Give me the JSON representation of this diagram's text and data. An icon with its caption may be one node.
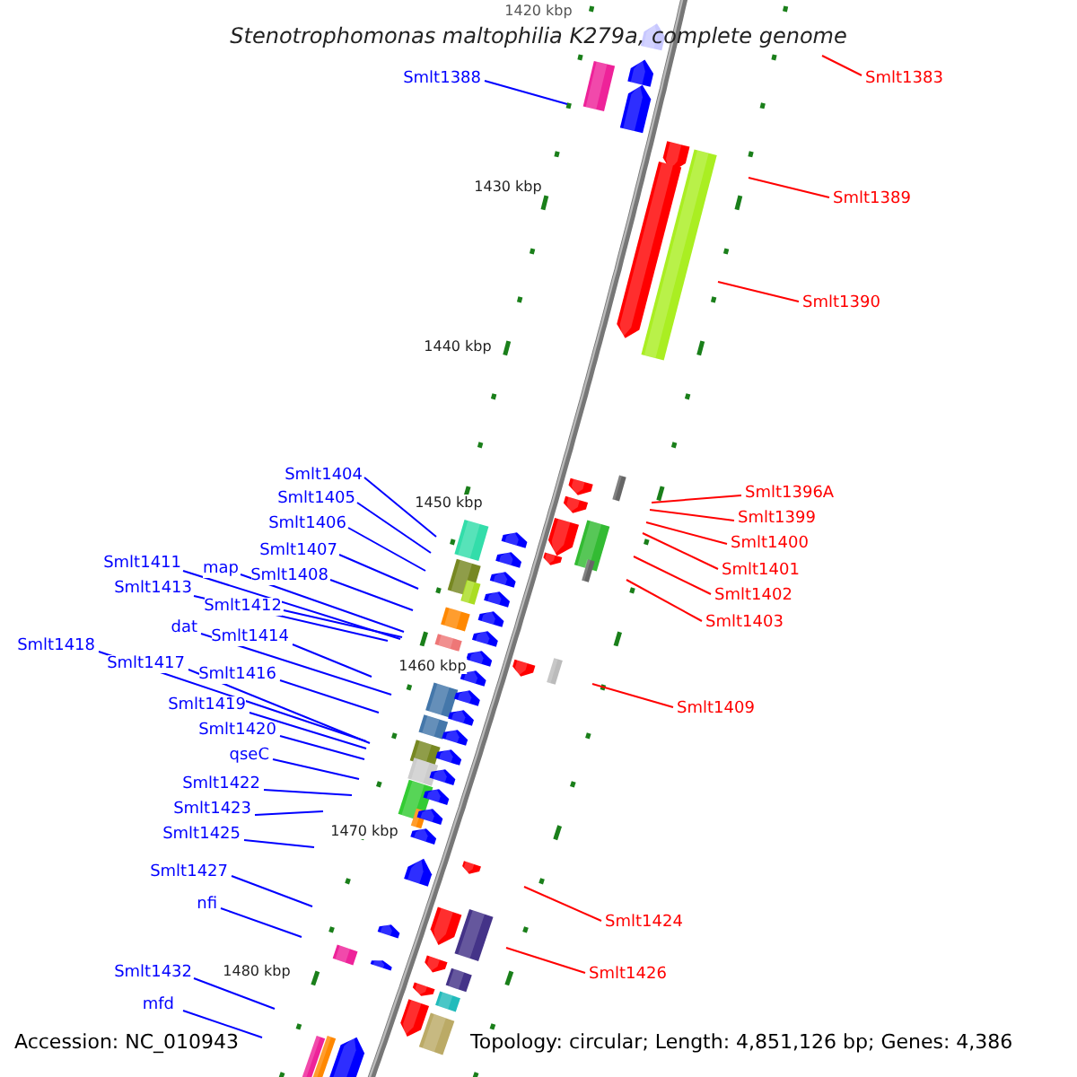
{
  "diagram": {
    "title": "Stenotrophomonas maltophilia K279a, complete genome",
    "nodes": [
      {
        "text": [
          "Smlt1383"
        ]
      },
      {
        "text": [
          "Smlt1388"
        ]
      },
      {
        "text": [
          "Smlt1389"
        ]
      },
      {
        "text": [
          "Smlt1390"
        ]
      },
      {
        "text": [
          "Smlt1404"
        ]
      },
      {
        "text": [
          "Smlt1396A"
        ]
      },
      {
        "text": [
          "Smlt1405"
        ]
      },
      {
        "text": [
          "Smlt1399"
        ]
      },
      {
        "text": [
          "Smlt1406"
        ]
      },
      {
        "text": [
          "Smlt1400"
        ]
      },
      {
        "text": [
          "Smlt1407"
        ]
      },
      {
        "text": [
          "Smlt1411"
        ]
      },
      {
        "text": [
          "map"
        ]
      },
      {
        "text": [
          "Smlt1401"
        ]
      },
      {
        "text": [
          "Smlt1408"
        ]
      },
      {
        "text": [
          "Smlt1413"
        ]
      },
      {
        "text": [
          "Smlt1402"
        ]
      },
      {
        "text": [
          "Smlt1412"
        ]
      },
      {
        "text": [
          "Smlt1403"
        ]
      },
      {
        "text": [
          "dat"
        ]
      },
      {
        "text": [
          "Smlt1414"
        ]
      },
      {
        "text": [
          "Smlt1418"
        ]
      },
      {
        "text": [
          "Smlt1417"
        ]
      },
      {
        "text": [
          "Smlt1416"
        ]
      },
      {
        "text": [
          "Smlt1419"
        ]
      },
      {
        "text": [
          "Smlt1409"
        ]
      },
      {
        "text": [
          "Smlt1420"
        ]
      },
      {
        "text": [
          "qseC"
        ]
      },
      {
        "text": [
          "Smlt1422"
        ]
      },
      {
        "text": [
          "Smlt1423"
        ]
      },
      {
        "text": [
          "Smlt1425"
        ]
      },
      {
        "text": [
          "Smlt1427"
        ]
      },
      {
        "text": [
          "nfi"
        ]
      },
      {
        "text": [
          "Smlt1424"
        ]
      },
      {
        "text": [
          "Smlt1426"
        ]
      },
      {
        "text": [
          "Smlt1432"
        ]
      },
      {
        "text": [
          "mfd"
        ]
      }
    ],
    "edges": [
      {
        "from": 0,
        "to": null,
        "arrow": "none",
        "color": "#ff0000"
      },
      {
        "from": 1,
        "to": null,
        "arrow": "none"
      },
      {
        "from": 2,
        "to": null,
        "arrow": "none",
        "color": "#ff0000"
      },
      {
        "from": 3,
        "to": null,
        "arrow": "none",
        "color": "#ff0000"
      },
      {
        "from": 4,
        "to": null,
        "arrow": "none"
      },
      {
        "from": 5,
        "to": null,
        "arrow": "none",
        "color": "#ff0000"
      },
      {
        "from": 6,
        "to": null,
        "arrow": "none"
      },
      {
        "from": 7,
        "to": null,
        "arrow": "none",
        "color": "#ff0000"
      },
      {
        "from": 8,
        "to": null,
        "arrow": "none"
      },
      {
        "from": 9,
        "to": null,
        "arrow": "none",
        "color": "#ff0000"
      },
      {
        "from": 10,
        "to": null,
        "arrow": "none"
      },
      {
        "from": 11,
        "to": null,
        "arrow": "none"
      },
      {
        "from": 12,
        "to": null,
        "arrow": "none"
      },
      {
        "from": 13,
        "to": null,
        "arrow": "none",
        "color": "#ff0000"
      },
      {
        "from": 14,
        "to": null,
        "arrow": "none"
      },
      {
        "from": 15,
        "to": null,
        "arrow": "none"
      },
      {
        "from": 16,
        "to": null,
        "arrow": "none",
        "color": "#ff0000"
      },
      {
        "from": 17,
        "to": null,
        "arrow": "none"
      },
      {
        "from": 18,
        "to": null,
        "arrow": "none",
        "color": "#ff0000"
      },
      {
        "from": 19,
        "to": null,
        "arrow": "none"
      },
      {
        "from": 20,
        "to": null,
        "arrow": "none"
      },
      {
        "from": 21,
        "to": null,
        "arrow": "none"
      },
      {
        "from": 22,
        "to": null,
        "arrow": "none"
      },
      {
        "from": 23,
        "to": null,
        "arrow": "none"
      },
      {
        "from": 24,
        "to": null,
        "arrow": "none"
      },
      {
        "from": 25,
        "to": null,
        "arrow": "none",
        "color": "#ff0000"
      },
      {
        "from": 26,
        "to": null,
        "arrow": "none"
      },
      {
        "from": 27,
        "to": null,
        "arrow": "none"
      },
      {
        "from": 28,
        "to": null,
        "arrow": "none"
      },
      {
        "from": 29,
        "to": null,
        "arrow": "none"
      },
      {
        "from": 30,
        "to": null,
        "arrow": "none"
      },
      {
        "from": 31,
        "to": null,
        "arrow": "none"
      },
      {
        "from": 32,
        "to": null,
        "arrow": "none"
      },
      {
        "from": 33,
        "to": null,
        "arrow": "none",
        "color": "#ff0000"
      },
      {
        "from": 34,
        "to": null,
        "arrow": "none",
        "color": "#ff0000"
      },
      {
        "from": 35,
        "to": null,
        "arrow": "none"
      },
      {
        "from": 36,
        "to": null,
        "arrow": "none"
      }
    ],
    "labels": [
      "1420 kbp",
      "1430 kbp",
      "1440 kbp",
      "1450 kbp",
      "1460 kbp",
      "1470 kbp",
      "1480 kbp",
      "Accession: NC_010943",
      "Topology: circular; Length: 4,851,126 bp; Genes: 4,386"
    ]
  }
}
